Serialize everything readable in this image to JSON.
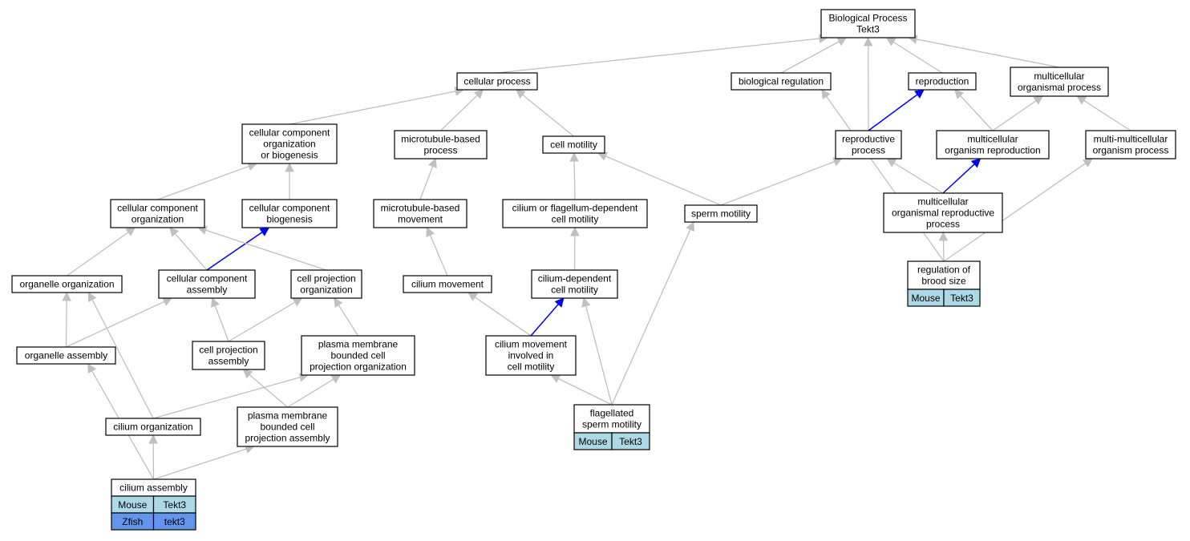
{
  "colors": {
    "edge_is_a": "#c0c0c0",
    "edge_part_of": "#0000ff",
    "mouse_annotation": "#add8e6",
    "zfish_annotation": "#6495ed"
  },
  "nodes": {
    "bp_root": [
      "Biological Process",
      "Tekt3"
    ],
    "cellular_process": [
      "cellular process"
    ],
    "biological_regulation": [
      "biological regulation"
    ],
    "reproduction": [
      "reproduction"
    ],
    "multicellular_organismal_process": [
      "multicellular",
      "organismal process"
    ],
    "cc_org_biogenesis": [
      "cellular component",
      "organization",
      "or biogenesis"
    ],
    "microtubule_based_process": [
      "microtubule-based",
      "process"
    ],
    "cell_motility": [
      "cell motility"
    ],
    "reproductive_process": [
      "reproductive",
      "process"
    ],
    "multicellular_organism_reproduction": [
      "multicellular",
      "organism reproduction"
    ],
    "multi_multicellular_organism_process": [
      "multi-multicellular",
      "organism process"
    ],
    "cc_organization": [
      "cellular component",
      "organization"
    ],
    "cc_biogenesis": [
      "cellular component",
      "biogenesis"
    ],
    "microtubule_based_movement": [
      "microtubule-based",
      "movement"
    ],
    "cilium_flagellum_motility": [
      "cilium or flagellum-dependent",
      "cell motility"
    ],
    "sperm_motility": [
      "sperm motility"
    ],
    "multicellular_organismal_reproductive_process": [
      "multicellular",
      "organismal reproductive",
      "process"
    ],
    "organelle_organization": [
      "organelle organization"
    ],
    "cc_assembly": [
      "cellular component",
      "assembly"
    ],
    "cell_projection_organization": [
      "cell projection",
      "organization"
    ],
    "cilium_movement": [
      "cilium movement"
    ],
    "cilium_dependent_motility": [
      "cilium-dependent",
      "cell motility"
    ],
    "regulation_brood_size": [
      "regulation of",
      "brood size"
    ],
    "organelle_assembly": [
      "organelle assembly"
    ],
    "cell_projection_assembly": [
      "cell projection",
      "assembly"
    ],
    "pm_bounded_projection_org": [
      "plasma membrane",
      "bounded cell",
      "projection organization"
    ],
    "cilium_movement_motility": [
      "cilium movement",
      "involved in",
      "cell motility"
    ],
    "cilium_organization": [
      "cilium organization"
    ],
    "pm_bounded_projection_assembly": [
      "plasma membrane",
      "bounded cell",
      "projection assembly"
    ],
    "flagellated_sperm_motility": [
      "flagellated",
      "sperm motility"
    ],
    "cilium_assembly": [
      "cilium assembly"
    ]
  },
  "annotations": {
    "regulation_brood_size": [
      [
        "Mouse",
        "Tekt3"
      ]
    ],
    "flagellated_sperm_motility": [
      [
        "Mouse",
        "Tekt3"
      ]
    ],
    "cilium_assembly": [
      [
        "Mouse",
        "Tekt3"
      ],
      [
        "Zfish",
        "tekt3"
      ]
    ]
  },
  "edges": [
    {
      "from": "cellular_process",
      "to": "bp_root",
      "type": "is_a"
    },
    {
      "from": "biological_regulation",
      "to": "bp_root",
      "type": "is_a"
    },
    {
      "from": "reproduction",
      "to": "bp_root",
      "type": "is_a"
    },
    {
      "from": "multicellular_organismal_process",
      "to": "bp_root",
      "type": "is_a"
    },
    {
      "from": "reproductive_process",
      "to": "bp_root",
      "type": "is_a"
    },
    {
      "from": "reproductive_process",
      "to": "reproduction",
      "type": "part_of"
    },
    {
      "from": "cc_org_biogenesis",
      "to": "cellular_process",
      "type": "is_a"
    },
    {
      "from": "microtubule_based_process",
      "to": "cellular_process",
      "type": "is_a"
    },
    {
      "from": "cell_motility",
      "to": "cellular_process",
      "type": "is_a"
    },
    {
      "from": "multicellular_organism_reproduction",
      "to": "reproduction",
      "type": "is_a"
    },
    {
      "from": "multicellular_organism_reproduction",
      "to": "multicellular_organismal_process",
      "type": "is_a"
    },
    {
      "from": "multi_multicellular_organism_process",
      "to": "multicellular_organismal_process",
      "type": "is_a"
    },
    {
      "from": "cc_organization",
      "to": "cc_org_biogenesis",
      "type": "is_a"
    },
    {
      "from": "cc_biogenesis",
      "to": "cc_org_biogenesis",
      "type": "is_a"
    },
    {
      "from": "microtubule_based_movement",
      "to": "microtubule_based_process",
      "type": "is_a"
    },
    {
      "from": "cilium_flagellum_motility",
      "to": "cell_motility",
      "type": "is_a"
    },
    {
      "from": "sperm_motility",
      "to": "cell_motility",
      "type": "is_a"
    },
    {
      "from": "sperm_motility",
      "to": "reproductive_process",
      "type": "is_a"
    },
    {
      "from": "multicellular_organismal_reproductive_process",
      "to": "reproductive_process",
      "type": "is_a"
    },
    {
      "from": "multicellular_organismal_reproductive_process",
      "to": "multicellular_organism_reproduction",
      "type": "part_of"
    },
    {
      "from": "organelle_organization",
      "to": "cc_organization",
      "type": "is_a"
    },
    {
      "from": "cc_assembly",
      "to": "cc_organization",
      "type": "is_a"
    },
    {
      "from": "cc_assembly",
      "to": "cc_biogenesis",
      "type": "part_of"
    },
    {
      "from": "cell_projection_organization",
      "to": "cc_organization",
      "type": "is_a"
    },
    {
      "from": "cilium_movement",
      "to": "microtubule_based_movement",
      "type": "is_a"
    },
    {
      "from": "cilium_dependent_motility",
      "to": "cilium_flagellum_motility",
      "type": "is_a"
    },
    {
      "from": "regulation_brood_size",
      "to": "biological_regulation",
      "type": "is_a"
    },
    {
      "from": "regulation_brood_size",
      "to": "multicellular_organismal_reproductive_process",
      "type": "is_a"
    },
    {
      "from": "regulation_brood_size",
      "to": "multi_multicellular_organism_process",
      "type": "is_a"
    },
    {
      "from": "organelle_assembly",
      "to": "organelle_organization",
      "type": "is_a"
    },
    {
      "from": "organelle_assembly",
      "to": "cc_assembly",
      "type": "is_a"
    },
    {
      "from": "cell_projection_assembly",
      "to": "cc_assembly",
      "type": "is_a"
    },
    {
      "from": "cell_projection_assembly",
      "to": "cell_projection_organization",
      "type": "is_a"
    },
    {
      "from": "pm_bounded_projection_org",
      "to": "cell_projection_organization",
      "type": "is_a"
    },
    {
      "from": "cilium_movement_motility",
      "to": "cilium_movement",
      "type": "is_a"
    },
    {
      "from": "cilium_movement_motility",
      "to": "cilium_dependent_motility",
      "type": "part_of"
    },
    {
      "from": "cilium_organization",
      "to": "organelle_organization",
      "type": "is_a"
    },
    {
      "from": "cilium_organization",
      "to": "pm_bounded_projection_org",
      "type": "is_a"
    },
    {
      "from": "pm_bounded_projection_assembly",
      "to": "cell_projection_assembly",
      "type": "is_a"
    },
    {
      "from": "pm_bounded_projection_assembly",
      "to": "pm_bounded_projection_org",
      "type": "is_a"
    },
    {
      "from": "flagellated_sperm_motility",
      "to": "cilium_movement_motility",
      "type": "is_a"
    },
    {
      "from": "flagellated_sperm_motility",
      "to": "cilium_dependent_motility",
      "type": "is_a"
    },
    {
      "from": "flagellated_sperm_motility",
      "to": "sperm_motility",
      "type": "is_a"
    },
    {
      "from": "cilium_assembly",
      "to": "organelle_assembly",
      "type": "is_a"
    },
    {
      "from": "cilium_assembly",
      "to": "cilium_organization",
      "type": "is_a"
    },
    {
      "from": "cilium_assembly",
      "to": "pm_bounded_projection_assembly",
      "type": "is_a"
    }
  ]
}
